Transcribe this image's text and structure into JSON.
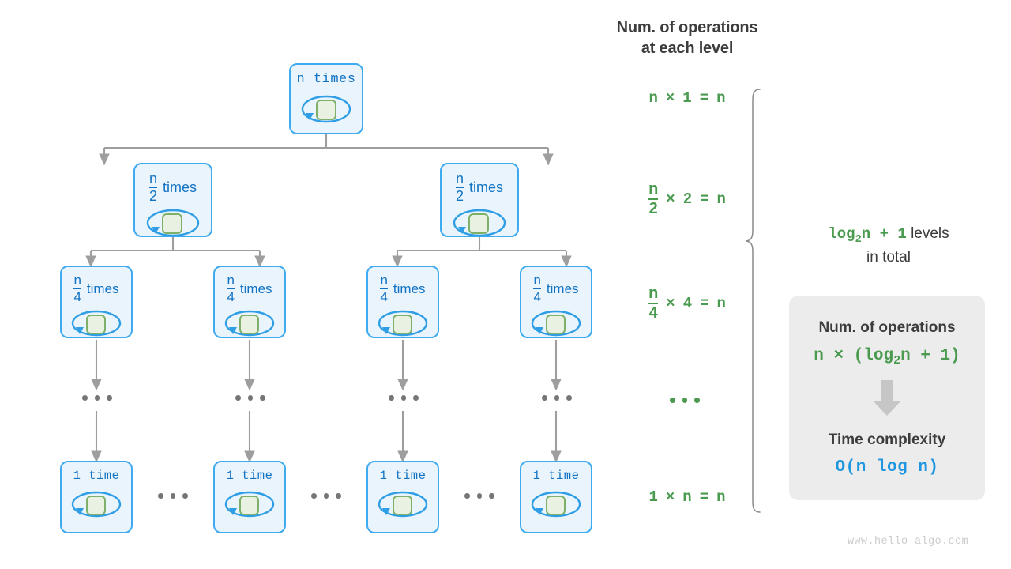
{
  "tree": {
    "levels": [
      {
        "id": "level-1",
        "nodes": [
          {
            "kind": "mono",
            "text": "n times"
          }
        ]
      },
      {
        "id": "level-2",
        "nodes": [
          {
            "kind": "frac",
            "num": "n",
            "den": "2",
            "word": "times"
          },
          {
            "kind": "frac",
            "num": "n",
            "den": "2",
            "word": "times"
          }
        ]
      },
      {
        "id": "level-3",
        "nodes": [
          {
            "kind": "frac",
            "num": "n",
            "den": "4",
            "word": "times"
          },
          {
            "kind": "frac",
            "num": "n",
            "den": "4",
            "word": "times"
          },
          {
            "kind": "frac",
            "num": "n",
            "den": "4",
            "word": "times"
          },
          {
            "kind": "frac",
            "num": "n",
            "den": "4",
            "word": "times"
          }
        ]
      },
      {
        "id": "level-ellipsis",
        "nodes": [
          {
            "kind": "dots"
          },
          {
            "kind": "dots"
          },
          {
            "kind": "dots"
          },
          {
            "kind": "dots"
          }
        ]
      },
      {
        "id": "level-last",
        "nodes": [
          {
            "kind": "mono",
            "text": "1 time"
          },
          {
            "kind": "mono",
            "text": "1 time"
          },
          {
            "kind": "mono",
            "text": "1 time"
          },
          {
            "kind": "mono",
            "text": "1 time"
          }
        ]
      }
    ]
  },
  "node_texts": {
    "root": "n times",
    "half": {
      "num": "n",
      "den": "2",
      "word": "times"
    },
    "quarter": {
      "num": "n",
      "den": "4",
      "word": "times"
    },
    "leaf": "1 time"
  },
  "operations_column": {
    "title_line1": "Num. of operations",
    "title_line2": "at each level",
    "rows": [
      {
        "id": "row-level-1",
        "left": "n",
        "op": "×",
        "right": "1",
        "eq": "=",
        "result": "n",
        "fraction": false
      },
      {
        "id": "row-level-2",
        "num": "n",
        "den": "2",
        "op": "×",
        "right": "2",
        "eq": "=",
        "result": "n",
        "fraction": true
      },
      {
        "id": "row-level-3",
        "num": "n",
        "den": "4",
        "op": "×",
        "right": "4",
        "eq": "=",
        "result": "n",
        "fraction": true
      },
      {
        "id": "row-ellipsis",
        "dots": true
      },
      {
        "id": "row-level-last",
        "left": "1",
        "op": "×",
        "right": "n",
        "eq": "=",
        "result": "n",
        "fraction": false
      }
    ]
  },
  "levels_note": {
    "formula_prefix": "log",
    "formula_sub": "2",
    "formula_suffix": "n + 1",
    "text_after": "levels",
    "line2": "in total"
  },
  "summary_card": {
    "heading_operations": "Num. of operations",
    "formula_operations_prefix": "n × (log",
    "formula_operations_sub": "2",
    "formula_operations_suffix": "n + 1)",
    "arrow": "down-arrow",
    "heading_complexity": "Time complexity",
    "formula_complexity": "O(n log n)"
  },
  "watermark": "www.hello-algo.com",
  "colors": {
    "node_border": "#3eaaf0",
    "node_fill": "#e9f4fd",
    "node_text": "#1273c4",
    "inner_square_border": "#7fb069",
    "inner_square_fill": "#e9f2e2",
    "green_text": "#4a9a4f",
    "blue_text": "#1f96e0",
    "dark_text": "#3c3c3c",
    "connector": "#9e9e9e",
    "card_bg": "#ececec",
    "watermark": "#cccccc"
  }
}
